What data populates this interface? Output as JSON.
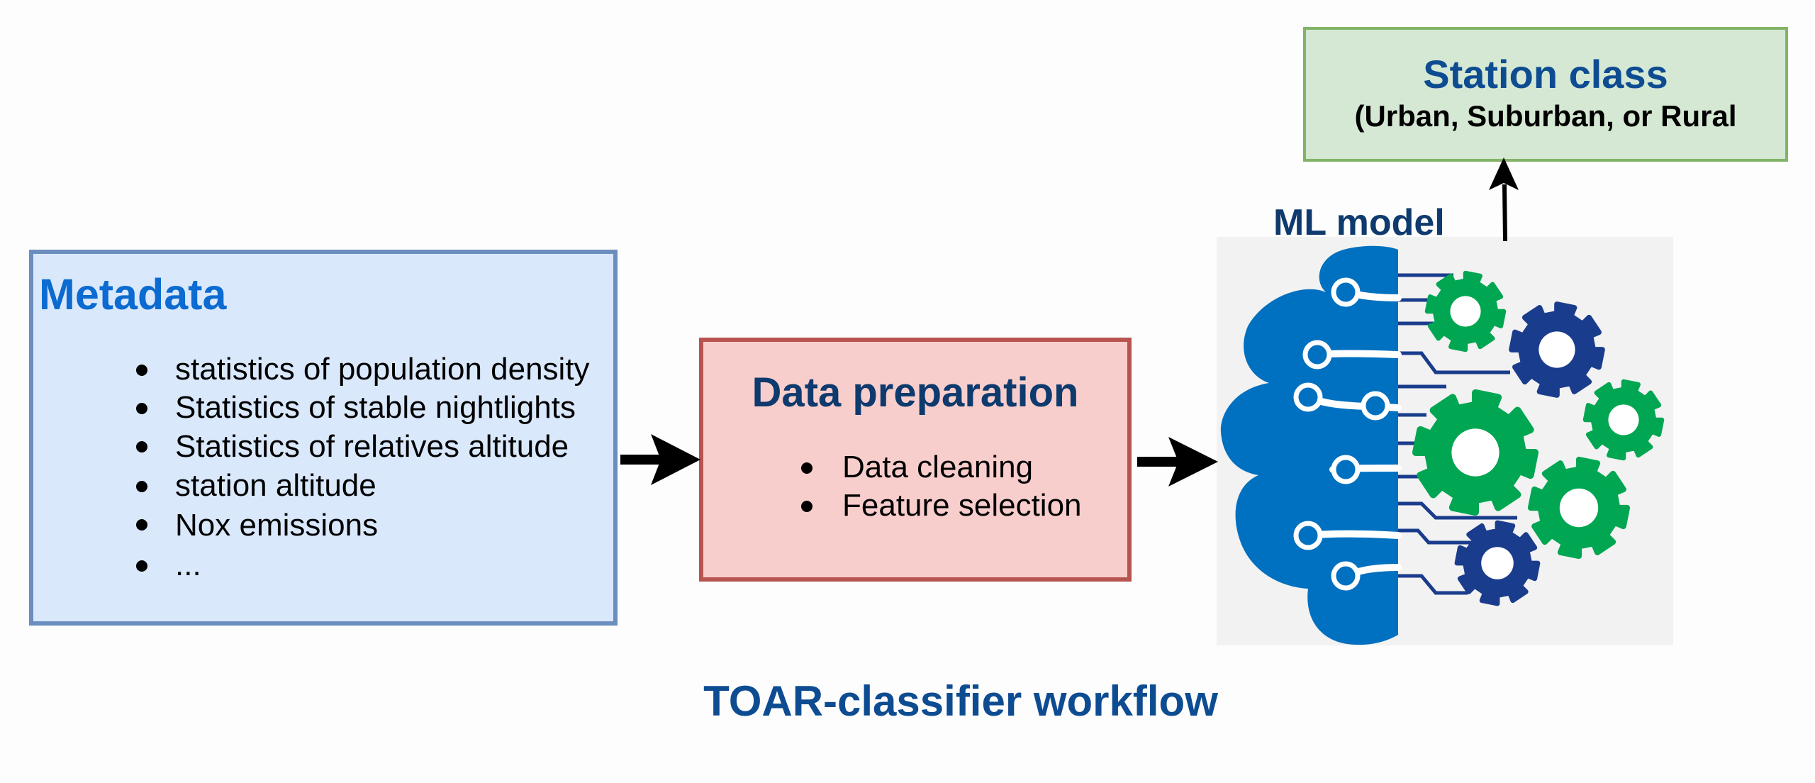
{
  "metadata": {
    "title": "Metadata",
    "items": [
      "statistics of population density",
      "Statistics of stable nightlights",
      "Statistics of relatives altitude",
      "station altitude",
      "Nox emissions",
      "..."
    ]
  },
  "preparation": {
    "title": "Data preparation",
    "items": [
      "Data cleaning",
      "Feature selection"
    ]
  },
  "model": {
    "label": "ML model"
  },
  "output": {
    "title": "Station class",
    "subtitle": "(Urban, Suburban, or Rural"
  },
  "caption": "TOAR-classifier workflow",
  "colors": {
    "metadata_fill": "#dae8fc",
    "metadata_border": "#6c8ebf",
    "prep_fill": "#f8cecc",
    "prep_border": "#b85450",
    "station_fill": "#d5e8d4",
    "station_border": "#82b366",
    "brain_blue": "#0070c0",
    "gear_green": "#00a651",
    "gear_navy": "#1a3c8c"
  },
  "icons": [
    "arrow-right-icon",
    "arrow-up-icon",
    "brain-gears-icon"
  ]
}
